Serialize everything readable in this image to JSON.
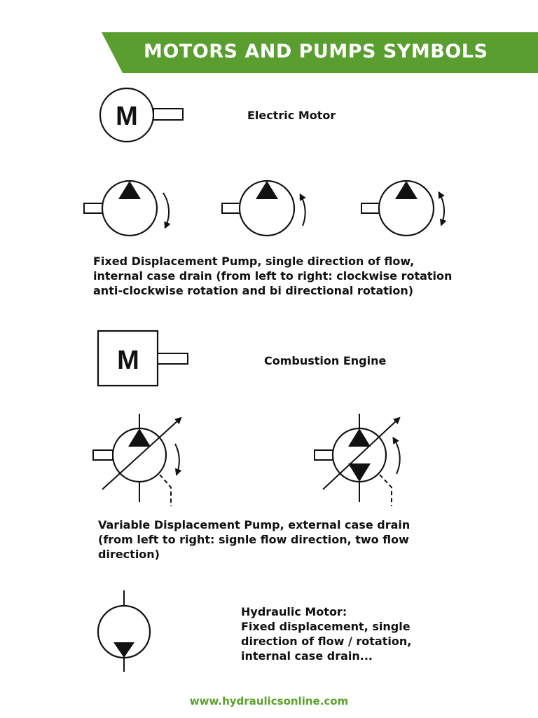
{
  "header": {
    "title": "MOTORS AND PUMPS SYMBOLS",
    "banner_color": "#5a9e2f"
  },
  "symbols": {
    "electric_motor_letter": "M",
    "combustion_engine_letter": "M"
  },
  "labels": {
    "electric_motor": "Electric Motor",
    "fixed_pump": [
      "Fixed Displacement Pump, single direction of flow,",
      "internal case drain (from left to right: clockwise rotation",
      "anti-clockwise rotation and bi directional rotation)"
    ],
    "combustion_engine": "Combustion Engine",
    "variable_pump": [
      "Variable Displacement Pump, external case drain",
      "(from left to right: signle flow direction, two flow",
      "direction)"
    ],
    "hydraulic_motor": [
      "Hydraulic Motor:",
      "Fixed displacement, single",
      "direction of flow / rotation,",
      "internal case drain..."
    ]
  },
  "footer": {
    "url": "www.hydraulicsonline.com",
    "color": "#5ba12b"
  }
}
